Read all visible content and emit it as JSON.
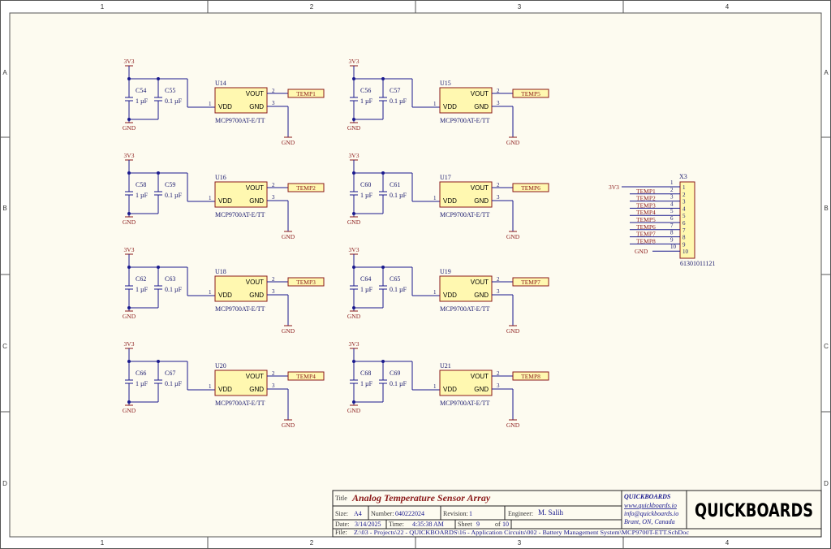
{
  "frame": {
    "columns": [
      "1",
      "2",
      "3",
      "4"
    ],
    "rows": [
      "A",
      "B",
      "C",
      "D"
    ]
  },
  "colors": {
    "background": "#fdfbf0",
    "wire": "#1a1a8e",
    "power": "#8b1a1a",
    "part_fill": "#fff8b0",
    "part_stroke": "#8b1a1a"
  },
  "sensors": [
    {
      "ref": "U14",
      "part": "MCP9700AT-E/TT",
      "net": "TEMP1",
      "c1_ref": "C54",
      "c1_val": "1 µF",
      "c2_ref": "C55",
      "c2_val": "0.1 µF"
    },
    {
      "ref": "U15",
      "part": "MCP9700AT-E/TT",
      "net": "TEMP5",
      "c1_ref": "C56",
      "c1_val": "1 µF",
      "c2_ref": "C57",
      "c2_val": "0.1 µF"
    },
    {
      "ref": "U16",
      "part": "MCP9700AT-E/TT",
      "net": "TEMP2",
      "c1_ref": "C58",
      "c1_val": "1 µF",
      "c2_ref": "C59",
      "c2_val": "0.1 µF"
    },
    {
      "ref": "U17",
      "part": "MCP9700AT-E/TT",
      "net": "TEMP6",
      "c1_ref": "C60",
      "c1_val": "1 µF",
      "c2_ref": "C61",
      "c2_val": "0.1 µF"
    },
    {
      "ref": "U18",
      "part": "MCP9700AT-E/TT",
      "net": "TEMP3",
      "c1_ref": "C62",
      "c1_val": "1 µF",
      "c2_ref": "C63",
      "c2_val": "0.1 µF"
    },
    {
      "ref": "U19",
      "part": "MCP9700AT-E/TT",
      "net": "TEMP7",
      "c1_ref": "C64",
      "c1_val": "1 µF",
      "c2_ref": "C65",
      "c2_val": "0.1 µF"
    },
    {
      "ref": "U20",
      "part": "MCP9700AT-E/TT",
      "net": "TEMP4",
      "c1_ref": "C66",
      "c1_val": "1 µF",
      "c2_ref": "C67",
      "c2_val": "0.1 µF"
    },
    {
      "ref": "U21",
      "part": "MCP9700AT-E/TT",
      "net": "TEMP8",
      "c1_ref": "C68",
      "c1_val": "1 µF",
      "c2_ref": "C69",
      "c2_val": "0.1 µF"
    }
  ],
  "chip_pins": {
    "vout": "VOUT",
    "vdd": "VDD",
    "gnd": "GND",
    "p1": "1",
    "p2": "2",
    "p3": "3"
  },
  "power_net": "3V3",
  "ground_net": "GND",
  "connector": {
    "ref": "X3",
    "part": "61301011121",
    "pins": [
      {
        "net": "3V3",
        "num": "1"
      },
      {
        "net": "TEMP1",
        "num": "2"
      },
      {
        "net": "TEMP2",
        "num": "3"
      },
      {
        "net": "TEMP3",
        "num": "4"
      },
      {
        "net": "TEMP4",
        "num": "5"
      },
      {
        "net": "TEMP5",
        "num": "6"
      },
      {
        "net": "TEMP6",
        "num": "7"
      },
      {
        "net": "TEMP7",
        "num": "8"
      },
      {
        "net": "TEMP8",
        "num": "9"
      },
      {
        "net": "GND",
        "num": "10"
      }
    ]
  },
  "title_block": {
    "title_label": "Title",
    "title": "Analog Temperature Sensor Array",
    "size_label": "Size:",
    "size": "A4",
    "number_label": "Number:",
    "number": "040222024",
    "revision_label": "Revision:",
    "revision": "1",
    "engineer_label": "Engineer:",
    "engineer": "M. Salih",
    "date_label": "Date:",
    "date": "3/14/2025",
    "time_label": "Time:",
    "time": "4:35:38 AM",
    "sheet_label": "Sheet",
    "sheet": "9",
    "of_label": "of",
    "of": "10",
    "file_label": "File:",
    "file": "Z:\\03 - Projects\\22 - QUICKBOARDS\\16 - Application Circuits\\002 - Battery Management System\\MCP9700T-ETT.SchDoc",
    "company": "QUICKBOARDS",
    "website": "www.quickboards.io",
    "email": "info@quickboards.io",
    "location": "Brant, ON, Canada",
    "logo": "QUICKBOARDS"
  }
}
